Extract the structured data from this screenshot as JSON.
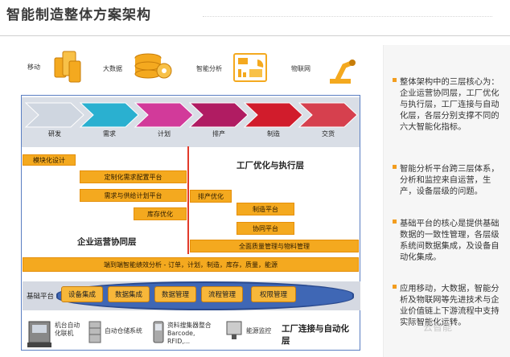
{
  "title": "智能制造整体方案架构",
  "top_tech": [
    {
      "label": "移动",
      "icon": "mobile-devices-icon"
    },
    {
      "label": "大数据",
      "icon": "database-stack-icon"
    },
    {
      "label": "智能分析",
      "icon": "analytics-dashboard-icon"
    },
    {
      "label": "物联网",
      "icon": "robot-arm-icon"
    }
  ],
  "value_chain": [
    {
      "label": "研发",
      "color": "#cfd6e0"
    },
    {
      "label": "需求",
      "color": "#2ab0d0"
    },
    {
      "label": "计划",
      "color": "#d23a9a"
    },
    {
      "label": "排产",
      "color": "#b01c62"
    },
    {
      "label": "制造",
      "color": "#d11c2c"
    },
    {
      "label": "交货",
      "color": "#d6404e"
    }
  ],
  "boxes": {
    "modular": "模块化设计",
    "custom": "定制化需求配置平台",
    "demand": "需求与供给计划平台",
    "inventory": "库存优化",
    "schedule": "排产优化",
    "mfg_platform": "制造平台",
    "collab_platform": "协同平台",
    "quality": "全面质量管理与物料管理",
    "e2e": "端到端智能绩效分析 - 订单，计划，制造，库存，质量，能源"
  },
  "layers": {
    "factory": "工厂优化与执行层",
    "enterprise": "企业运营协同层",
    "connect": "工厂连接与自动化层"
  },
  "base": {
    "label": "基础平台",
    "items": [
      "设备集成",
      "数据集成",
      "数据管理",
      "流程管理",
      "权限管理"
    ]
  },
  "bottom_items": [
    {
      "text": "机台自动化联机",
      "icon": "machine-icon"
    },
    {
      "text": "自动仓储系统",
      "icon": "warehouse-icon"
    },
    {
      "text": "资料搜集器整合 Barcode, RFID,...",
      "icon": "scanner-icon"
    },
    {
      "text": "能源监控",
      "icon": "monitor-icon"
    }
  ],
  "bullets": [
    "整体架构中的三层核心为：企业运营协同层，工厂优化与执行层，工厂连接与自动化层，各层分别支撑不同的六大智能化指标。",
    "智能分析平台跨三层体系，分析和监控来自运营，生产，设备层级的问题。",
    "基础平台的核心是提供基础数据的一致性管理，各层级系统间数据集成，及设备自动化集成。",
    "应用移动，大数据，智能分析及物联网等先进技术与企业价值链上下游流程中支持实际智能化运转。"
  ],
  "watermark": "云智能"
}
